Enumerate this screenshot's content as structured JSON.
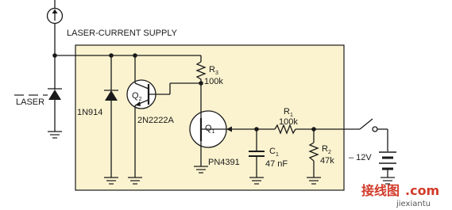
{
  "colors": {
    "board_fill": "#fbf3cf",
    "board_stroke": "#1a1a1a",
    "wire": "#1a1a1a",
    "watermark": "#d13b2a"
  },
  "labels": {
    "supply": "LASER-CURRENT SUPPLY",
    "laser": "LASER",
    "diode": "1N914",
    "q2_letter": "Q",
    "q2_sub": "2",
    "q2_part": "2N2222A",
    "r3_letter": "R",
    "r3_sub": "3",
    "r3_value": "100k",
    "q1_letter": "Q",
    "q1_sub": "1",
    "q1_part": "PN4391",
    "r1_letter": "R",
    "r1_sub": "1",
    "r1_value": "100k",
    "c1_letter": "C",
    "c1_sub": "1",
    "c1_value": "47 nF",
    "r2_letter": "R",
    "r2_sub": "2",
    "r2_value": "47k",
    "battery": "– 12V"
  },
  "watermark": {
    "logo_text": "接线图",
    "logo_suffix": ".com",
    "site": "jiexiantu"
  }
}
